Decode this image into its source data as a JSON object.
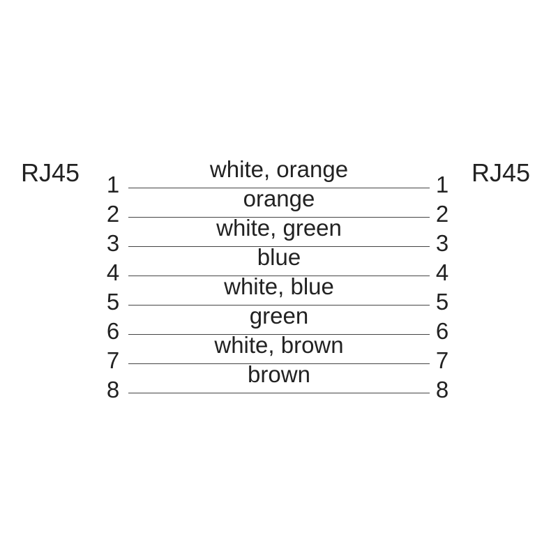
{
  "connectors": {
    "left": "RJ45",
    "right": "RJ45"
  },
  "wires": [
    {
      "pin_left": "1",
      "color": "white, orange",
      "pin_right": "1"
    },
    {
      "pin_left": "2",
      "color": "orange",
      "pin_right": "2"
    },
    {
      "pin_left": "3",
      "color": "white, green",
      "pin_right": "3"
    },
    {
      "pin_left": "4",
      "color": "blue",
      "pin_right": "4"
    },
    {
      "pin_left": "5",
      "color": "white, blue",
      "pin_right": "5"
    },
    {
      "pin_left": "6",
      "color": "green",
      "pin_right": "6"
    },
    {
      "pin_left": "7",
      "color": "white, brown",
      "pin_right": "7"
    },
    {
      "pin_left": "8",
      "color": "brown",
      "pin_right": "8"
    }
  ],
  "colors": {
    "text": "#222222",
    "line": "#444444",
    "background": "#ffffff"
  }
}
